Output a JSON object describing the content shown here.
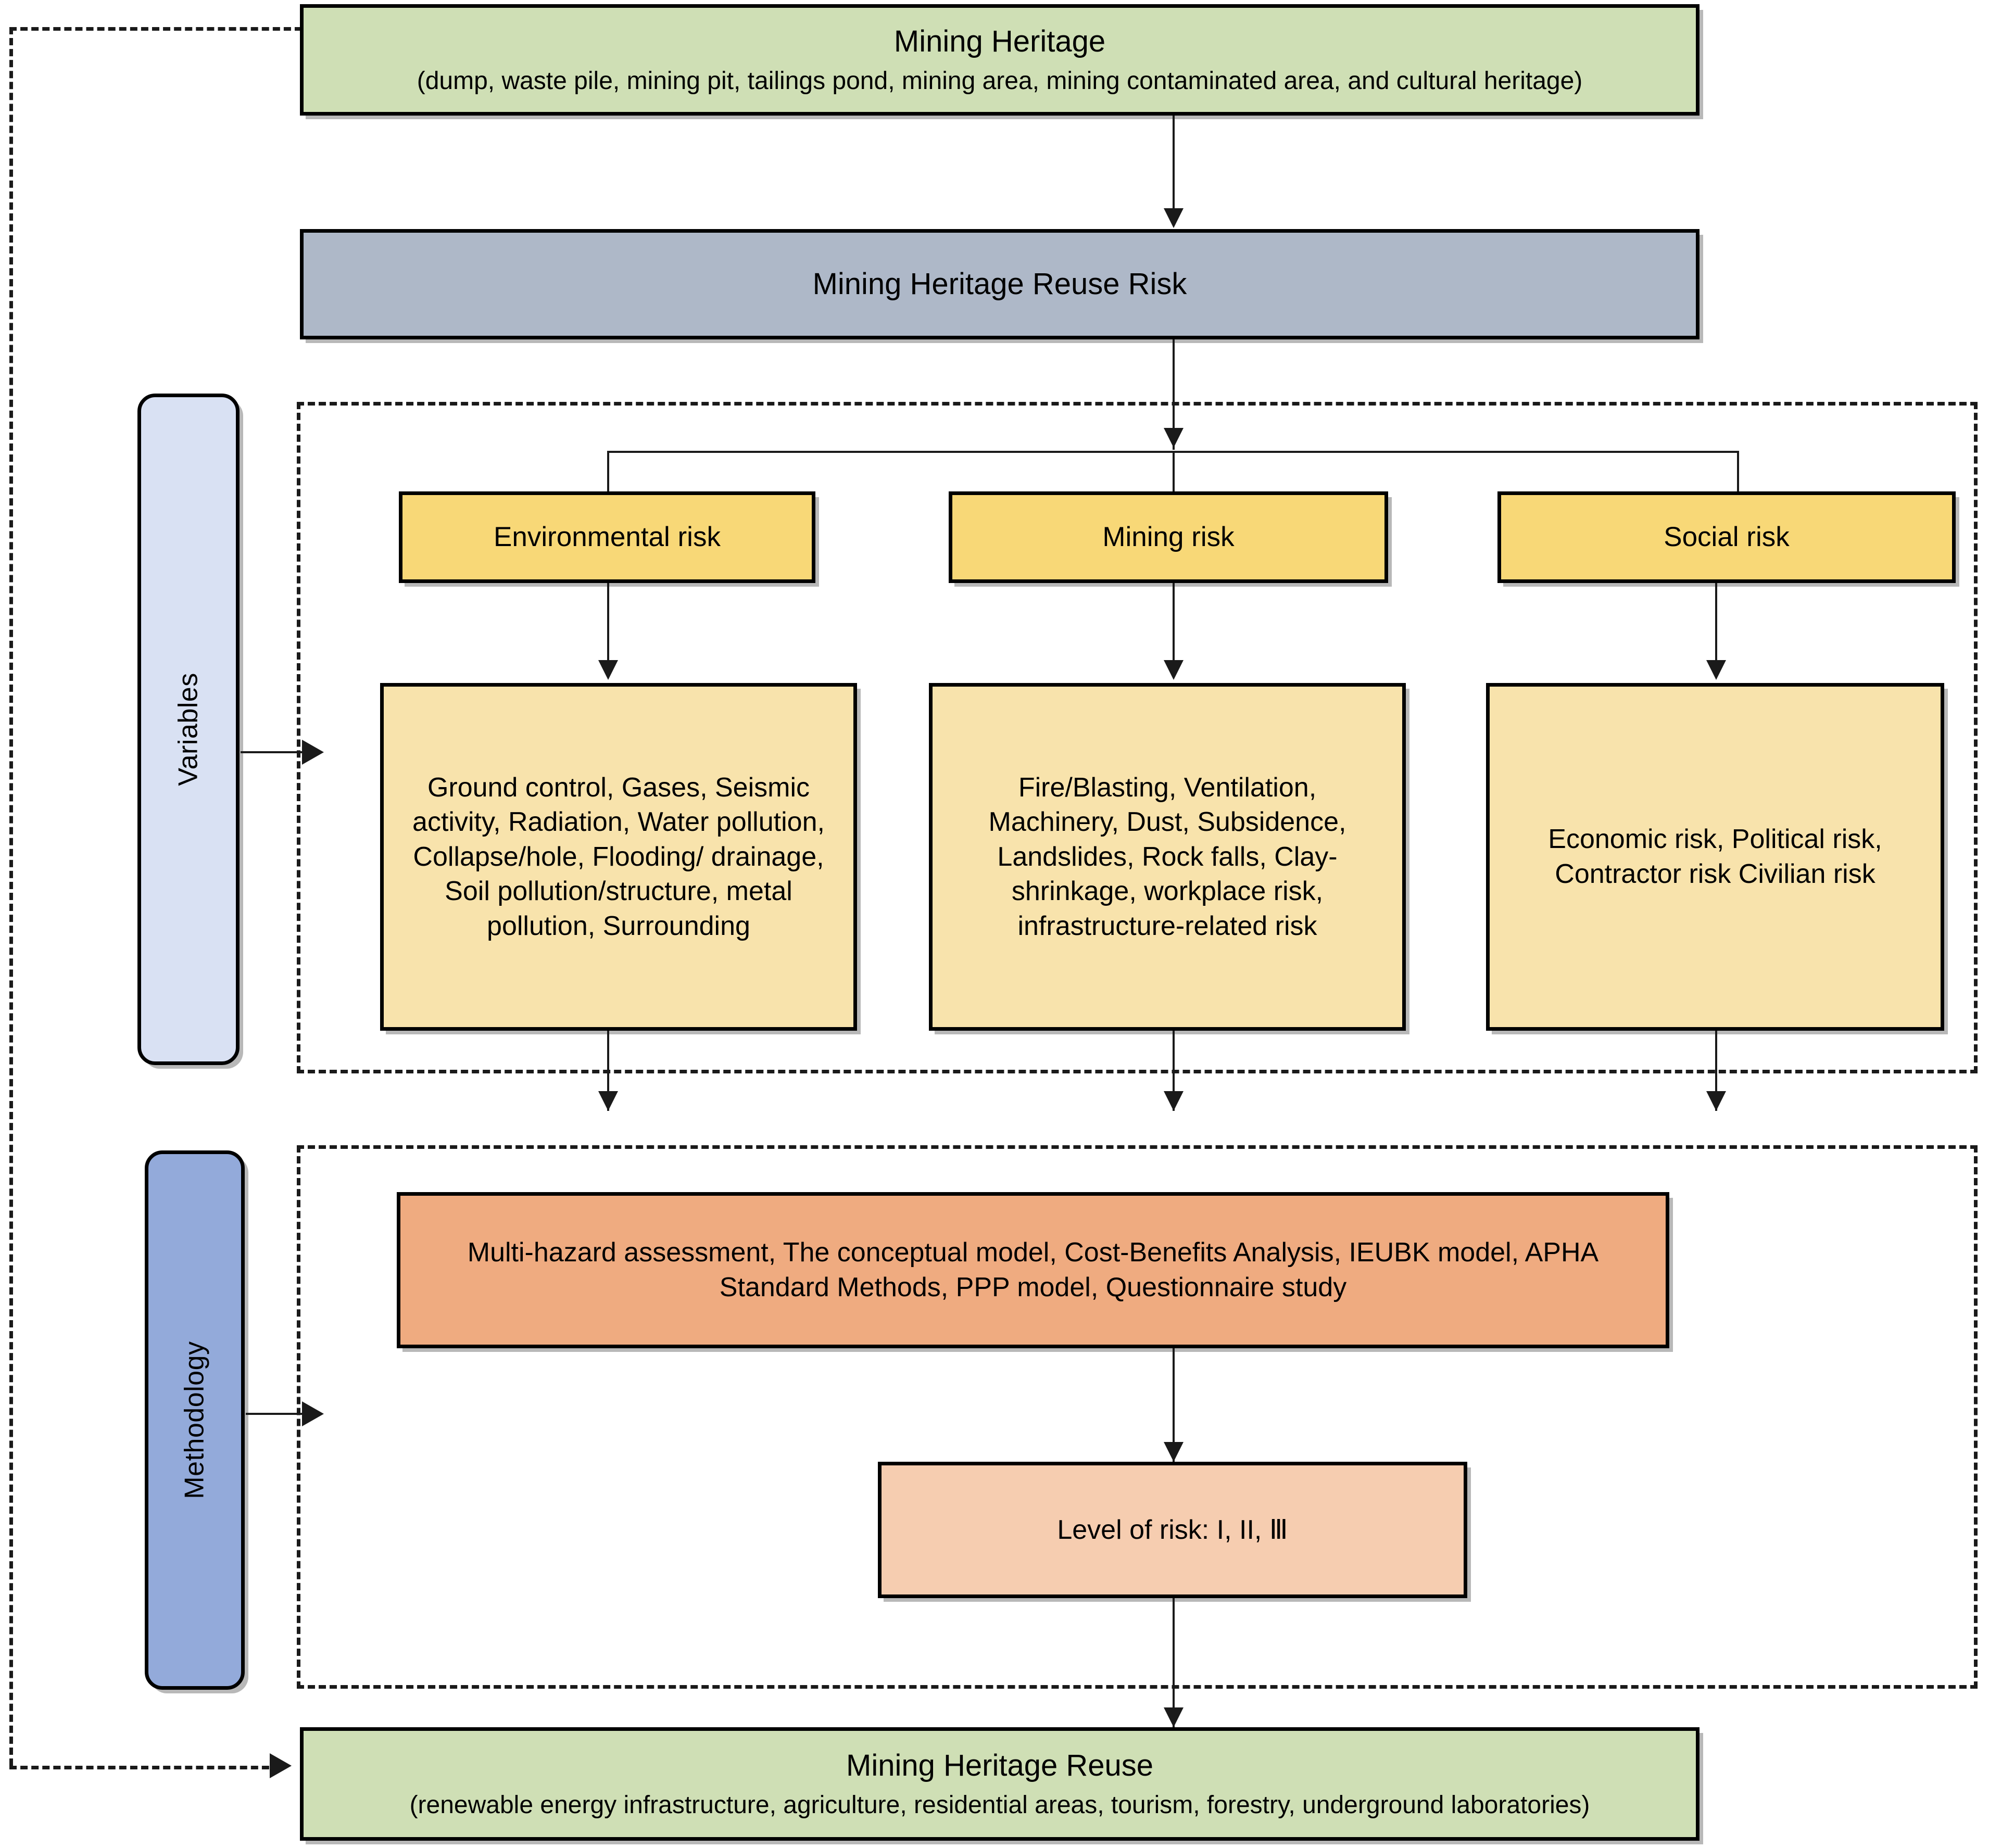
{
  "diagram": {
    "title_top": "Mining Heritage",
    "top_node": {
      "title": "Mining Heritage",
      "subtitle": "(dump, waste pile, mining pit, tailings pond, mining area, mining contaminated area, and cultural heritage)"
    },
    "risk_bar": {
      "label": "Mining Heritage Reuse Risk"
    },
    "side_labels": {
      "variables": "Variables",
      "methodology": "Methodology"
    },
    "risk_categories": [
      {
        "header": "Environmental risk",
        "items": "Ground control, Gases, Seismic activity, Radiation, Water pollution, Collapse/hole, Flooding/ drainage, Soil pollution/structure, metal pollution, Surrounding"
      },
      {
        "header": "Mining risk",
        "items": "Fire/Blasting, Ventilation, Machinery, Dust, Subsidence, Landslides, Rock falls, Clay-shrinkage, workplace risk, infrastructure-related risk"
      },
      {
        "header": "Social risk",
        "items": "Economic risk, Political risk, Contractor risk Civilian risk"
      }
    ],
    "methodology_node": {
      "text": "Multi-hazard assessment, The conceptual model, Cost-Benefits Analysis, IEUBK model, APHA Standard Methods, PPP model, Questionnaire study"
    },
    "level_node": {
      "text": "Level of risk: I, II, Ⅲ"
    },
    "bottom_node": {
      "title": "Mining Heritage Reuse",
      "subtitle": "(renewable energy infrastructure, agriculture, residential areas, tourism, forestry, underground laboratories)"
    },
    "colors": {
      "heritage_green": "#cfdfb5",
      "risk_gray": "#aeb8c8",
      "category_yellow": "#f8d877",
      "variable_yellow": "#f8e3ac",
      "methodology_orange": "#efab80",
      "level_peach": "#f6cdb0",
      "variables_tab": "#d9e1f3",
      "methodology_tab": "#93aada",
      "stroke": "#000000"
    }
  }
}
